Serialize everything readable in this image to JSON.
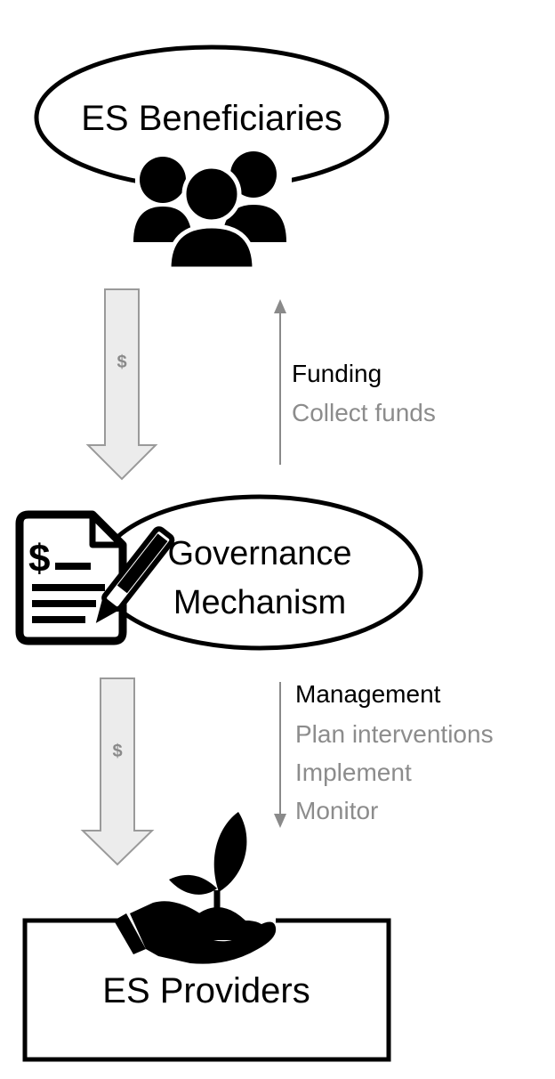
{
  "beneficiaries": {
    "label": "ES Beneficiaries",
    "icon": "people-group-icon"
  },
  "governance": {
    "line1": "Governance",
    "line2": "Mechanism",
    "icon": "contract-signing-icon"
  },
  "providers": {
    "label": "ES Providers",
    "icon": "hand-plant-icon"
  },
  "money_flows": [
    {
      "symbol": "$"
    },
    {
      "symbol": "$"
    }
  ],
  "funding": {
    "title": "Funding",
    "items": [
      "Collect funds"
    ]
  },
  "management": {
    "title": "Management",
    "items": [
      "Plan interventions",
      "Implement",
      "Monitor"
    ]
  },
  "colors": {
    "black": "#000000",
    "gray_text": "#8c8c8c",
    "arrow_fill": "#ececec",
    "arrow_stroke": "#9a9a9a",
    "thin_arrow": "#8a8a8a"
  }
}
